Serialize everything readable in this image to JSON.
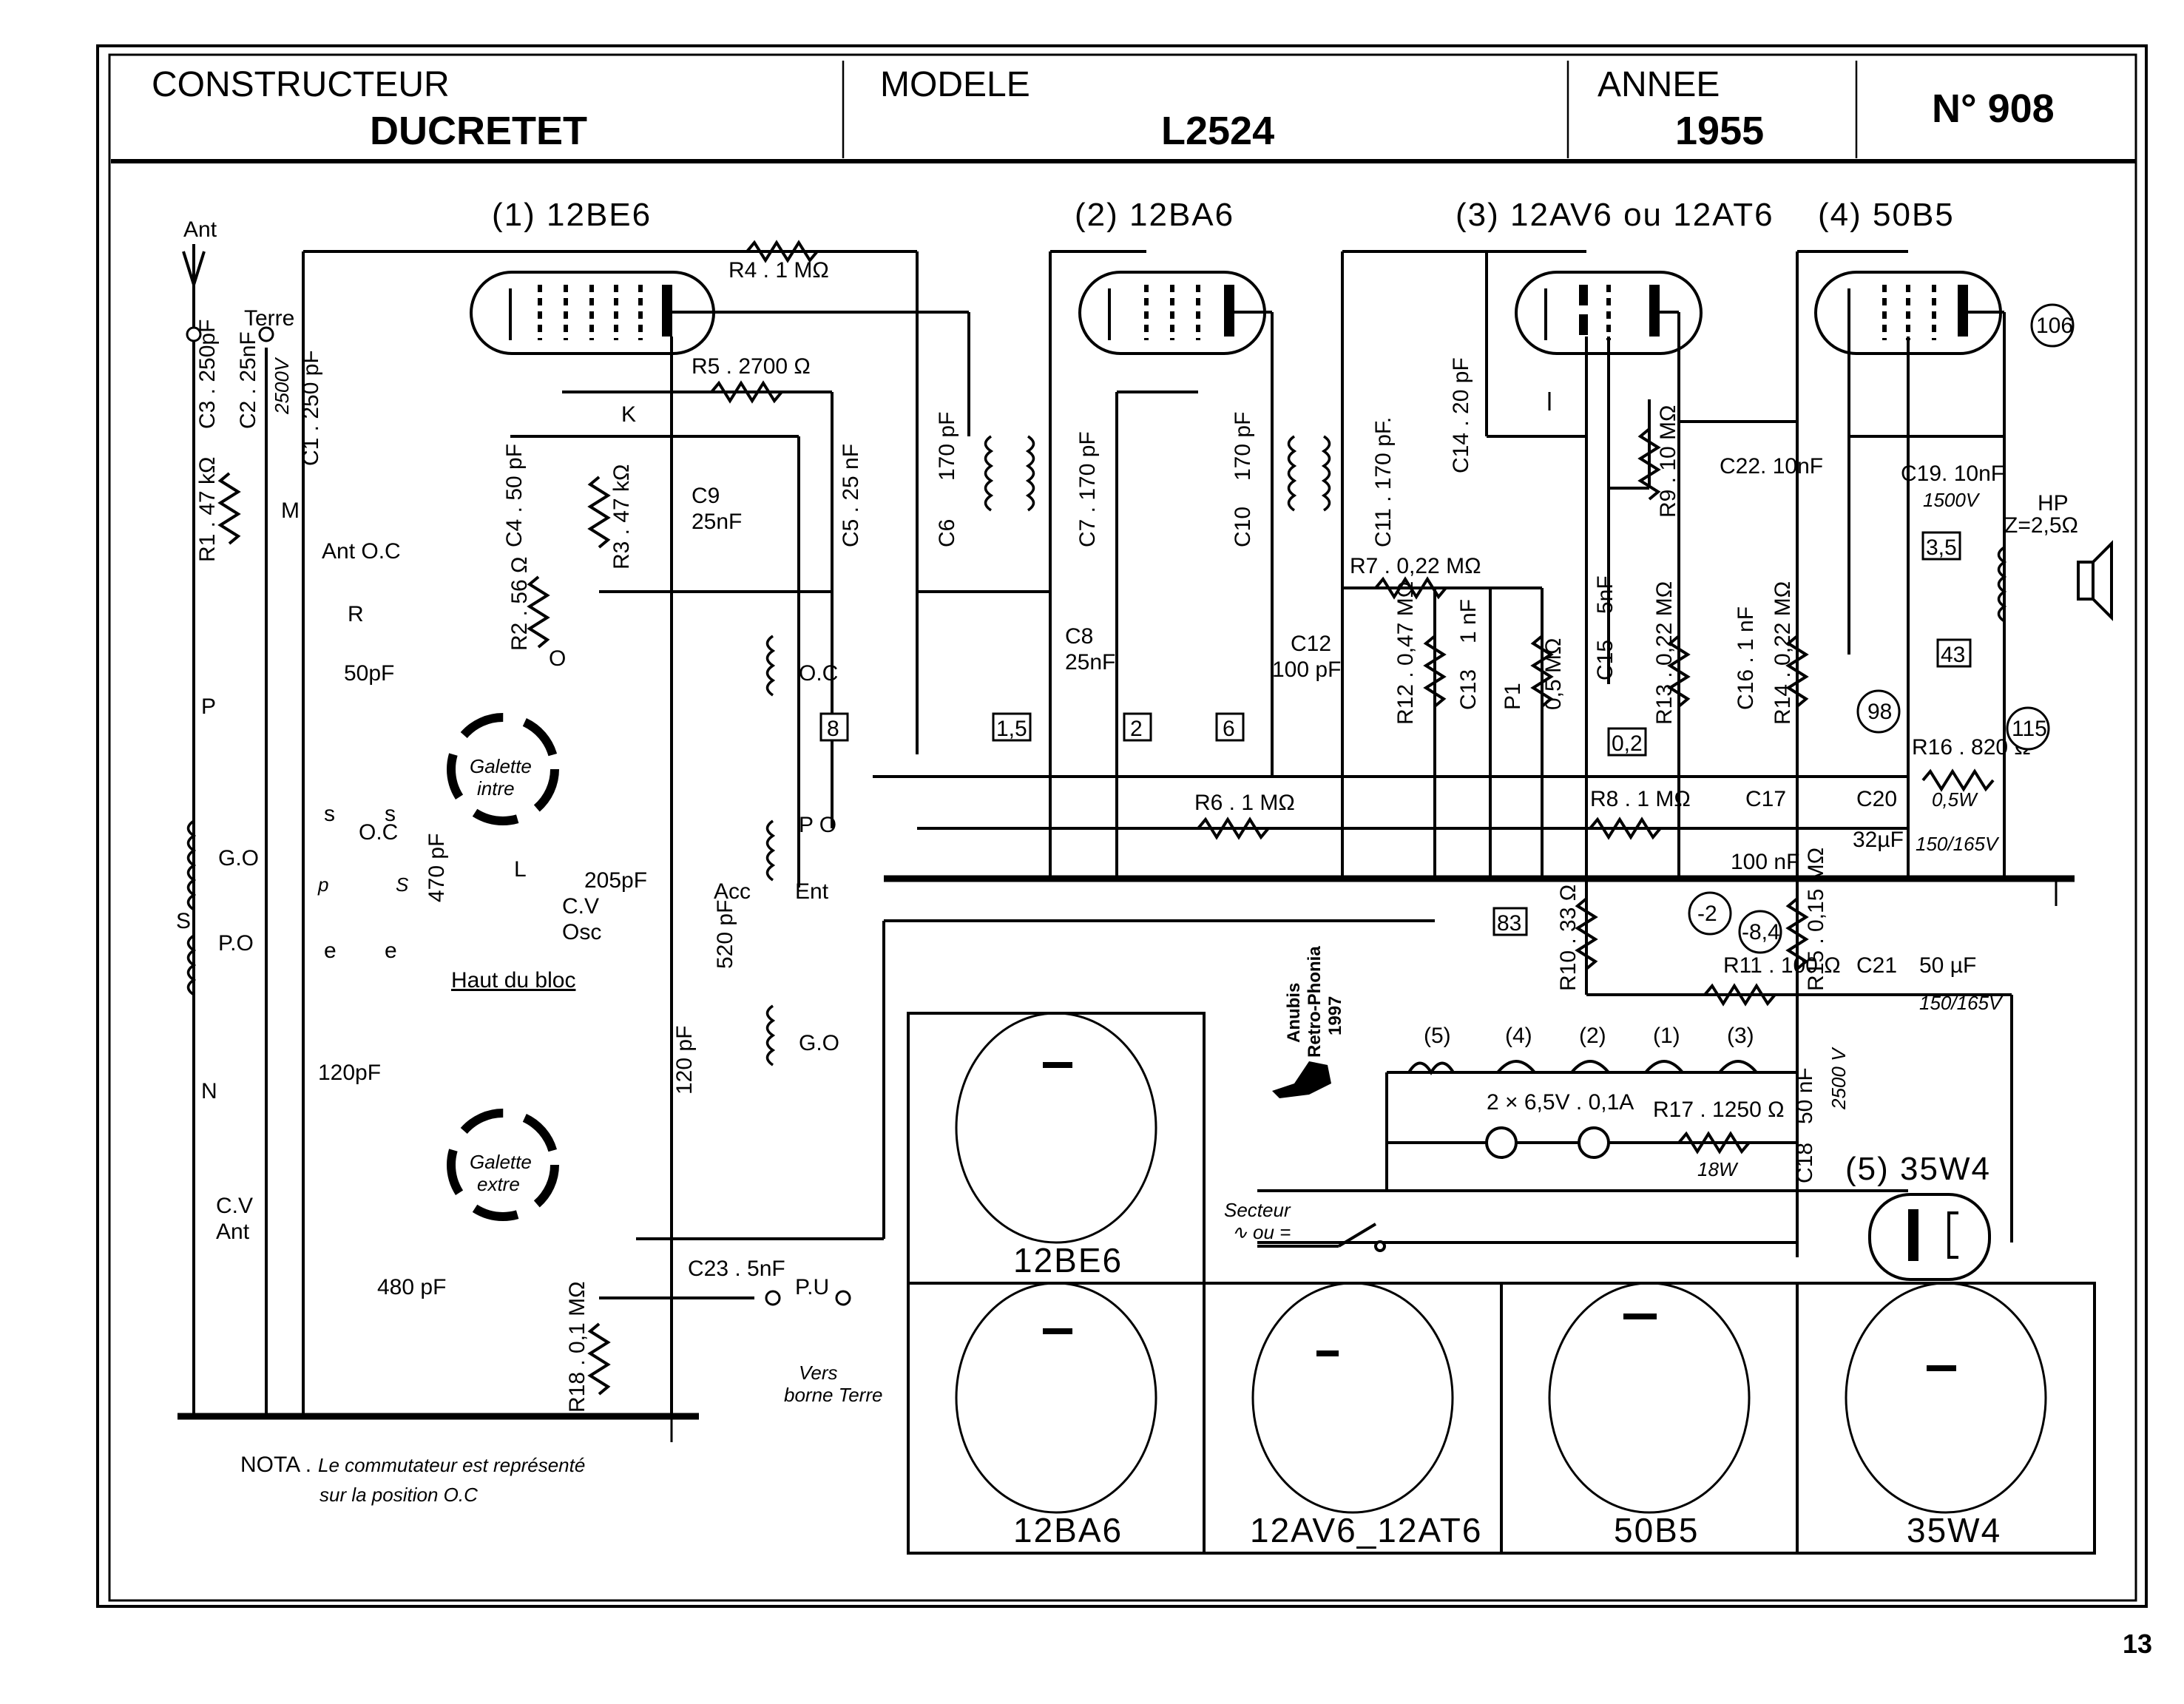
{
  "header": {
    "manufacturer_label": "CONSTRUCTEUR",
    "manufacturer": "DUCRETET",
    "model_label": "MODELE",
    "model": "L2524",
    "year_label": "ANNEE",
    "year": "1955",
    "number": "N° 908"
  },
  "tubes": [
    {
      "title": "(1) 12BE6"
    },
    {
      "title": "(2) 12BA6"
    },
    {
      "title": "(3) 12AV6 ou 12AT6"
    },
    {
      "title": "(4) 50B5"
    },
    {
      "title": "(5) 35W4"
    }
  ],
  "antenna": {
    "ant": "Ant",
    "terre": "Terre",
    "ant_oc": "Ant O.C",
    "cv_ant": "C.V",
    "cv_ant2": "Ant"
  },
  "components": {
    "C1": "C1 . 250 pF",
    "C2": "C2 . 25nF",
    "C2_v": "2500V",
    "C3": "C3 . 250pF",
    "C4": "C4 . 50 pF",
    "C5": "C5 . 25 nF",
    "C6": "C6",
    "C6_v": "170 pF",
    "C7": "C7 . 170 pF",
    "C8": "C8",
    "C8_v": "25nF",
    "C9": "C9",
    "C9_v": "25nF",
    "C10": "C10",
    "C10_v": "170 pF",
    "C11": "C11 . 170 pF.",
    "C12": "C12",
    "C12_v": "100 pF",
    "C13": "C13",
    "C13_v": "1 nF",
    "C14": "C14 . 20 pF",
    "C15": "C15",
    "C15_v": "5nF",
    "C16": "C16 . 1 nF",
    "C17": "C17",
    "C17_v": "100 nF",
    "C18": "C18",
    "C18_v": "50 nF",
    "C18_vv": "2500 V",
    "C19": "C19. 10nF",
    "C19_v": "1500V",
    "C20": "C20",
    "C20_v": "32µF",
    "C20_vv": "150/165V",
    "C21": "C21",
    "C21_v": "50 µF",
    "C21_vv": "150/165V",
    "C22": "C22. 10nF",
    "C23": "C23 . 5nF",
    "R1": "R1 . 47 kΩ",
    "R2": "R2 . 56 Ω",
    "R3": "R3 . 47 kΩ",
    "R4": "R4 . 1 MΩ",
    "R5": "R5 . 2700 Ω",
    "R6": "R6 . 1 MΩ",
    "R7": "R7 . 0,22 MΩ",
    "R8": "R8 . 1 MΩ",
    "R9": "R9 . 10 MΩ",
    "R10": "R10 . 33 Ω",
    "R11": "R11 . 100 Ω",
    "R12": "R12 . 0,47 MΩ",
    "R13": "R13 . 0,22 MΩ",
    "R14": "R14 . 0,22 MΩ",
    "R15": "R15 . 0,15 MΩ",
    "R16": "R16 . 820 Ω",
    "R16_w": "0,5W",
    "R17": "R17 . 1250 Ω",
    "R17_w": "18W",
    "R18": "R18 . 0,1 MΩ",
    "P1": "P1",
    "P1_v": "0,5 MΩ",
    "cap_50pF": "50pF",
    "cap_470pF": "470 pF",
    "cap_205pF": "205pF",
    "cap_520pF": "520 pF",
    "cap_120pF_a": "120 pF",
    "cap_120pF_b": "120pF",
    "cap_480pF": "480 pF",
    "cv_osc": "C.V",
    "cv_osc2": "Osc",
    "lamps": "2 × 6,5V . 0,1A"
  },
  "coil_labels": {
    "GO": "G.O",
    "PO": "P.O",
    "OC": "O.C",
    "OC2": "O.C",
    "PO2": "P O",
    "Ent": "Ent",
    "Acc": "Acc",
    "GO2": "G.O",
    "p": "p",
    "s_upper": "S",
    "s1": "s",
    "s2": "s",
    "e1": "e",
    "e2": "e"
  },
  "switch": {
    "galette_int": "Galette",
    "galette_int2": "intre",
    "galette_ext": "Galette",
    "galette_ext2": "extre",
    "haut_du_bloc": "Haut du bloc"
  },
  "terminals": {
    "P": "P",
    "S": "S",
    "N": "N",
    "M": "M",
    "R": "R",
    "K": "K",
    "O": "O",
    "L": "L",
    "PU": "P.U",
    "vers": "Vers",
    "borne_terre": "borne Terre",
    "HP": "HP",
    "Z": "Z=2,5Ω",
    "secteur": "Secteur",
    "secteur2": "∿ ou ="
  },
  "voltages": {
    "boxed": [
      "8",
      "1,5",
      "2",
      "6",
      "0,2",
      "3,5",
      "43",
      "83"
    ],
    "circled": [
      "106",
      "98",
      "115",
      "-2",
      "-8,4"
    ]
  },
  "heaters": [
    "(5)",
    "(4)",
    "(2)",
    "(1)",
    "(3)"
  ],
  "bases": [
    "12BE6",
    "12BA6",
    "12AV6_12AT6",
    "50B5",
    "35W4"
  ],
  "nota": {
    "line1_label": "NOTA .",
    "line1": "Le commutateur est représenté",
    "line2": "sur la position O.C"
  },
  "credit": {
    "line1": "Anubis",
    "line2": "Retro-Phonia",
    "line3": "1997"
  },
  "page_number": "13"
}
